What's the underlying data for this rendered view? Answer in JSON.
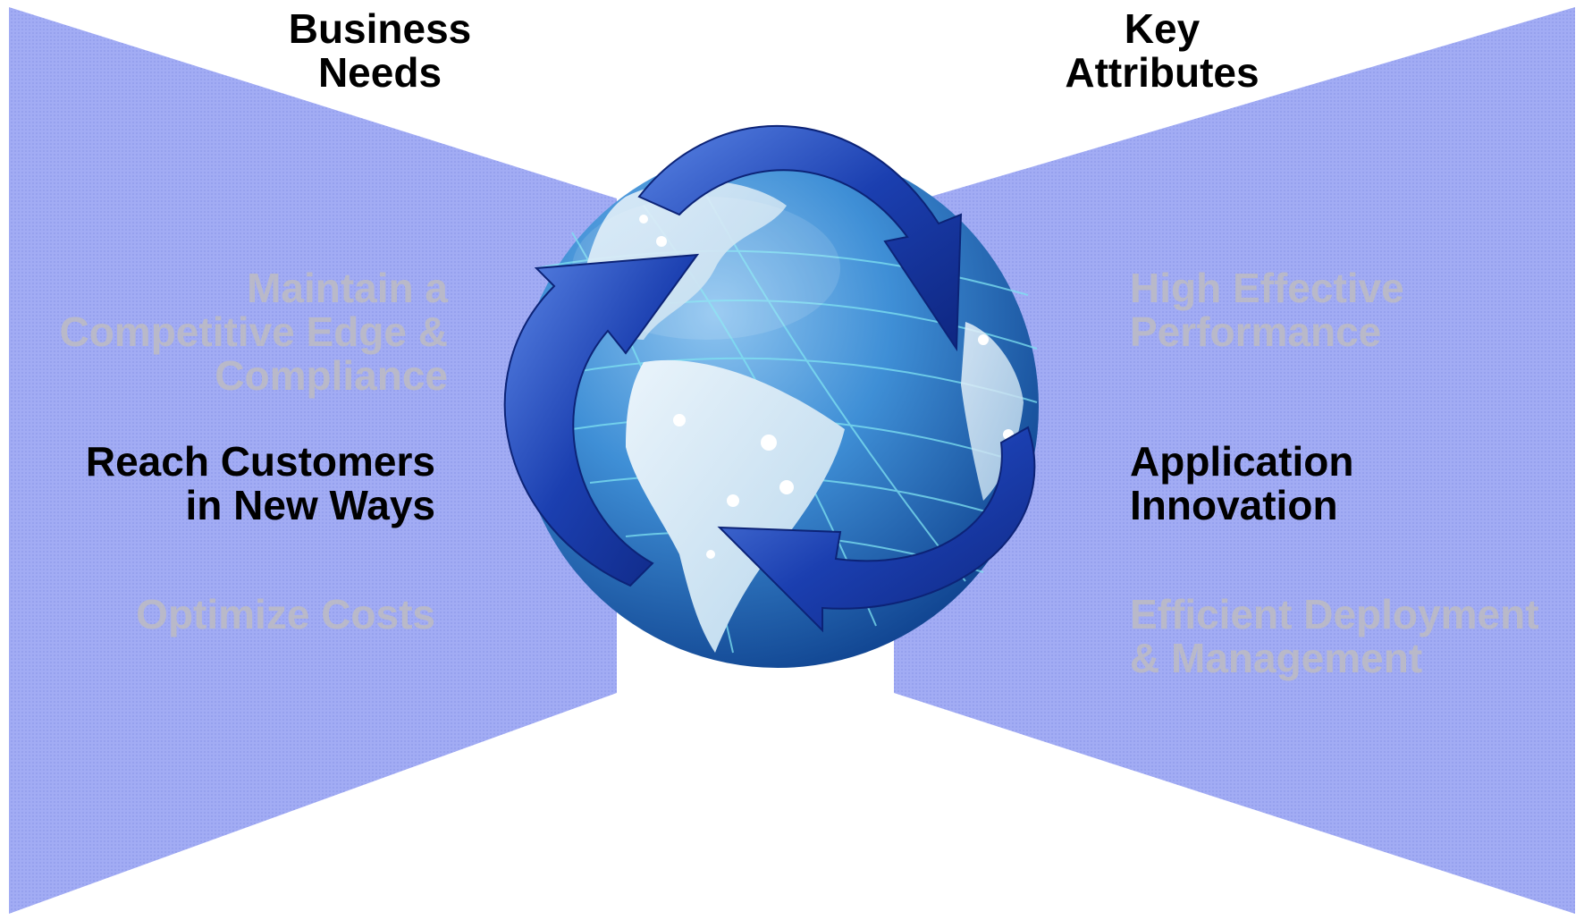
{
  "left_header": {
    "line1": "Business",
    "line2": "Needs"
  },
  "right_header": {
    "line1": "Key",
    "line2": "Attributes"
  },
  "left_items": [
    {
      "lines": [
        "Maintain a",
        "Competitive Edge &",
        "Compliance"
      ],
      "state": "faded"
    },
    {
      "lines": [
        "Reach Customers",
        "in New Ways"
      ],
      "state": "highlighted"
    },
    {
      "lines": [
        "Optimize Costs"
      ],
      "state": "faded"
    }
  ],
  "right_items": [
    {
      "lines": [
        "High Effective",
        "Performance"
      ],
      "state": "faded"
    },
    {
      "lines": [
        "Application",
        "Innovation"
      ],
      "state": "highlighted"
    },
    {
      "lines": [
        "Efficient Deployment",
        "& Management"
      ],
      "state": "faded"
    }
  ],
  "colors": {
    "wing_fill": "#9fa9f2",
    "highlight_text": "#000000",
    "faded_text": "#b9b9c9",
    "globe_blue": "#1b63b5",
    "arrow_blue": "#1a3fb0"
  },
  "icons": {
    "center": "globe-with-cycle-arrows-icon"
  }
}
